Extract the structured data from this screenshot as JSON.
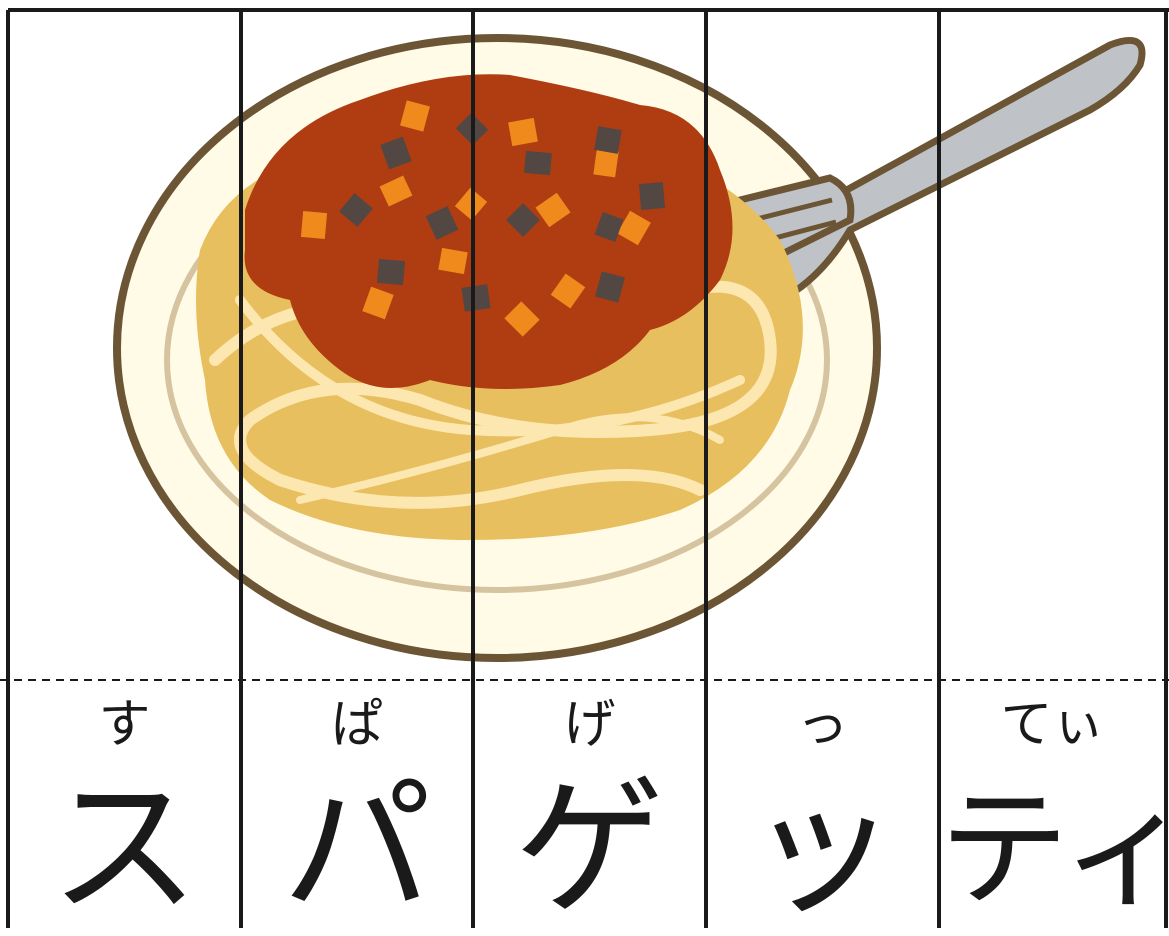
{
  "illustration": {
    "subject": "spaghetti-bolognese-plate-icon",
    "colors": {
      "outline": "#6b5535",
      "plate": "#fffbe6",
      "plate_rim": "#d6c4a0",
      "pasta": "#e8bf5e",
      "pasta_light": "#fde7b0",
      "sauce": "#b03c12",
      "carrot": "#f08a1c",
      "meat": "#524742",
      "fork": "#bfc3c8"
    }
  },
  "columns": [
    {
      "furigana": "す",
      "katakana": "ス"
    },
    {
      "furigana": "ぱ",
      "katakana": "パ"
    },
    {
      "furigana": "げ",
      "katakana": "ゲ"
    },
    {
      "furigana": "っ",
      "katakana": "ッ"
    },
    {
      "furigana": "てぃ",
      "katakana": "ティ"
    }
  ]
}
